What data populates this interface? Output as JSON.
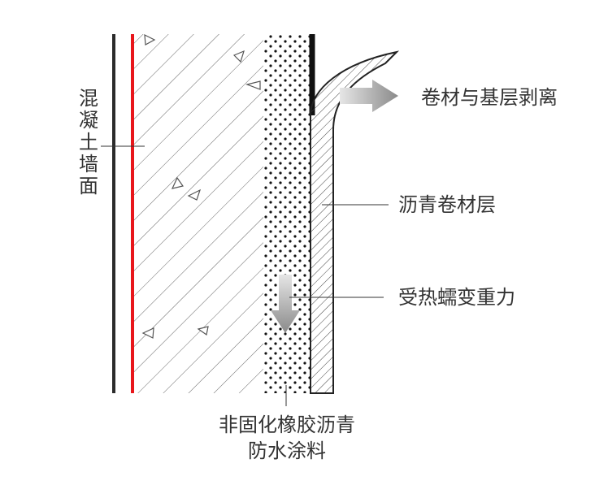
{
  "labels": {
    "wall": "混凝土墙面",
    "peel": "卷材与基层剥离",
    "membrane": "沥青卷材层",
    "gravity": "受热蠕变重力",
    "coating_line1": "非固化橡胶沥青",
    "coating_line2": "防水涂料"
  },
  "colors": {
    "red_line": "#e8161b",
    "black_line": "#2b2b2b",
    "hatch": "#555555",
    "arrow_gray": "#8a8a8a",
    "text": "#333333"
  }
}
